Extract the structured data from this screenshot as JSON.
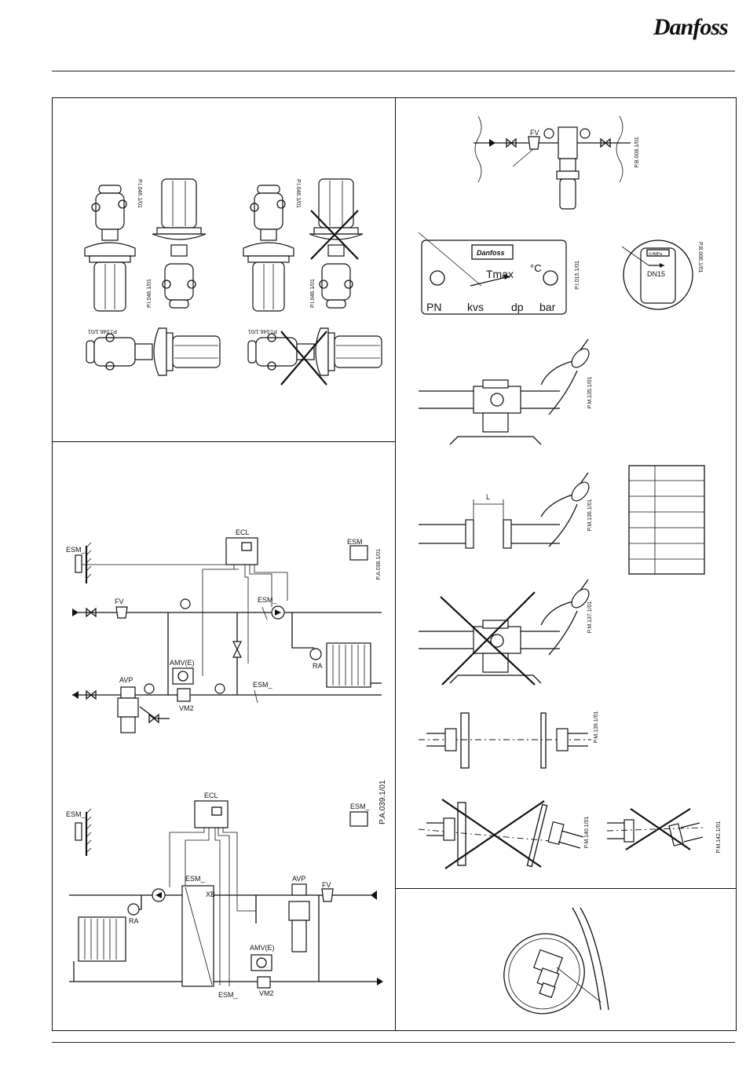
{
  "brand": {
    "logo": "Danfoss"
  },
  "figures": {
    "orientation": {
      "ref_upright_1": "P.I.046.1/01",
      "ref_hang_1": "P.I.046.1/01",
      "ref_upright_2": "P.I.046.1/01",
      "ref_hang_2": "P.I.046.1/01",
      "ref_horiz_1": "P.I.046.1/01",
      "ref_horiz_2": "P.I.046.1/01"
    },
    "schematic_1": {
      "ref": "P.A.038.1/01",
      "ecl": "ECL",
      "esm_room": "ESM_",
      "esm_outdoor": "ESM_",
      "esm_supply": "ESM_",
      "esm_return": "ESM_",
      "fv": "FV",
      "amv": "AMV(E)",
      "avp": "AVP",
      "vm2": "VM2",
      "ra": "RA"
    },
    "schematic_2": {
      "ref": "P.A.039.1/01",
      "ecl": "ECL",
      "esm_room": "ESM_",
      "esm_outdoor": "ESM_",
      "esm_hx": "ESM_",
      "esm_bottom": "ESM_",
      "xb": "XB",
      "avp": "AVP",
      "fv": "FV",
      "amv": "AMV(E)",
      "vm2": "VM2",
      "ra": "RA"
    },
    "install_top": {
      "ref": "P.B.008.1/01",
      "fv": "FV"
    },
    "nameplate": {
      "ref": "P.I.015.1/01",
      "tmax": "Tmax",
      "unit": "°C",
      "pn": "PN",
      "kvs": "kvs",
      "dp": "dp",
      "bar": "bar"
    },
    "body_mark": {
      "ref": "P.B.006.1/01",
      "dn": "DN15",
      "top": "0.4MPa"
    },
    "weld_1": {
      "ref": "P.M.135.1/01"
    },
    "weld_2": {
      "ref": "P.M.136.1/01",
      "gap": "L"
    },
    "weld_3": {
      "ref": "P.M.137.1/01"
    },
    "flange_ok": {
      "ref": "P.M.139.1/01"
    },
    "flange_bad": {
      "ref": "P.M.140.1/01"
    },
    "thread_bad": {
      "ref": "P.M.142.1/01"
    }
  }
}
